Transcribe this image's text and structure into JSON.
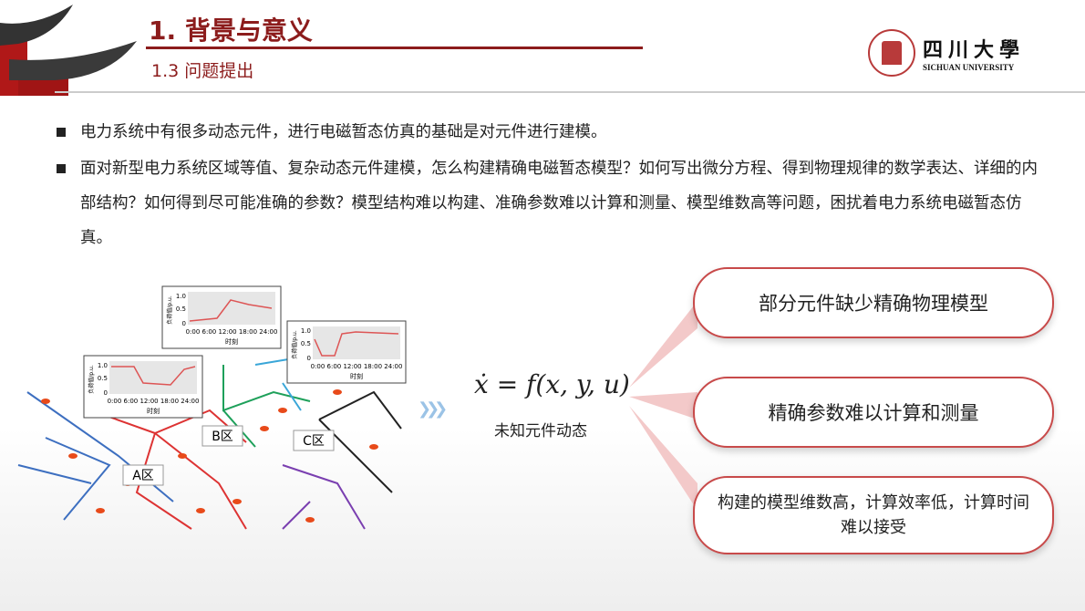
{
  "header": {
    "title": "1. 背景与意义",
    "subtitle": "1.3 问题提出"
  },
  "logo": {
    "name_cn": "四川大學",
    "name_en": "SICHUAN UNIVERSITY"
  },
  "bullets": [
    "电力系统中有很多动态元件，进行电磁暂态仿真的基础是对元件进行建模。",
    "面对新型电力系统区域等值、复杂动态元件建模，怎么构建精确电磁暂态模型？如何写出微分方程、得到物理规律的数学表达、详细的内部结构？如何得到尽可能准确的参数？模型结构难以构建、准确参数难以计算和测量、模型维数高等问题，困扰着电力系统电磁暂态仿真。"
  ],
  "figure": {
    "regions": [
      "A区",
      "B区",
      "C区"
    ],
    "mini_chart": {
      "yticks": [
        "1.0",
        "0.5",
        "0"
      ],
      "xticks": "0:00 6:00 12:00 18:00 24:00",
      "xlabel": "时刻",
      "ylabel": "负荷值/p.u."
    }
  },
  "formula": {
    "text": "ẋ = f(x, y, u)",
    "label": "未知元件动态"
  },
  "callouts": [
    "部分元件缺少精确物理模型",
    "精确参数难以计算和测量",
    "构建的模型维数高，计算效率低，计算时间难以接受"
  ],
  "colors": {
    "title": "#8c1c1c",
    "callout_border": "#c84a4a"
  }
}
